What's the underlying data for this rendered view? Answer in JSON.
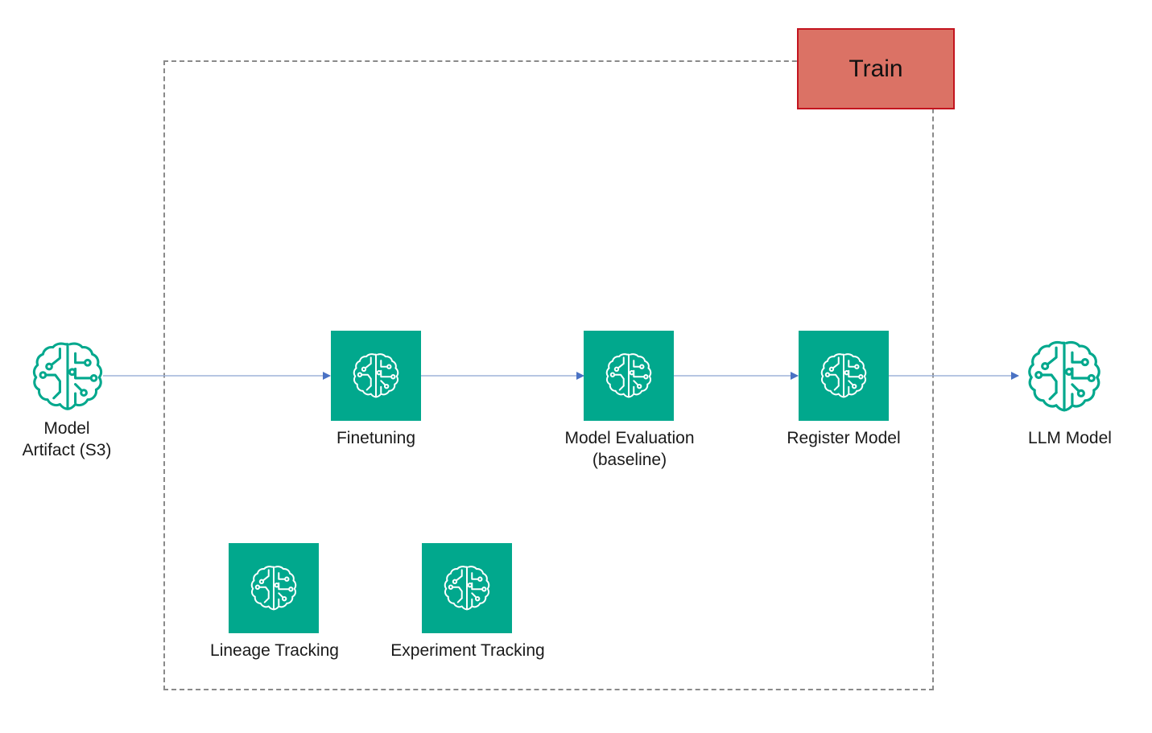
{
  "group": {
    "title": "Train"
  },
  "nodes": {
    "source": {
      "label_line1": "Model",
      "label_line2": "Artifact (S3)",
      "icon": "sagemaker-brain-icon"
    },
    "finetuning": {
      "label": "Finetuning",
      "icon": "sagemaker-brain-icon"
    },
    "evaluation": {
      "label_line1": "Model Evaluation",
      "label_line2": "(baseline)",
      "icon": "sagemaker-brain-icon"
    },
    "register": {
      "label": "Register Model",
      "icon": "sagemaker-brain-icon"
    },
    "output": {
      "label": "LLM Model",
      "icon": "sagemaker-brain-icon"
    },
    "lineage": {
      "label": "Lineage Tracking",
      "icon": "sagemaker-brain-icon"
    },
    "experiment": {
      "label": "Experiment Tracking",
      "icon": "sagemaker-brain-icon"
    }
  },
  "edges": [
    {
      "from": "source",
      "to": "finetuning"
    },
    {
      "from": "finetuning",
      "to": "evaluation"
    },
    {
      "from": "evaluation",
      "to": "register"
    },
    {
      "from": "register",
      "to": "output"
    }
  ],
  "colors": {
    "tile": "#01a88d",
    "icon_outline": "#01a88d",
    "train_fill": "#db7265",
    "train_border": "#c3141f",
    "edge": "#4a72c4",
    "group_border": "#8a8a8a"
  }
}
